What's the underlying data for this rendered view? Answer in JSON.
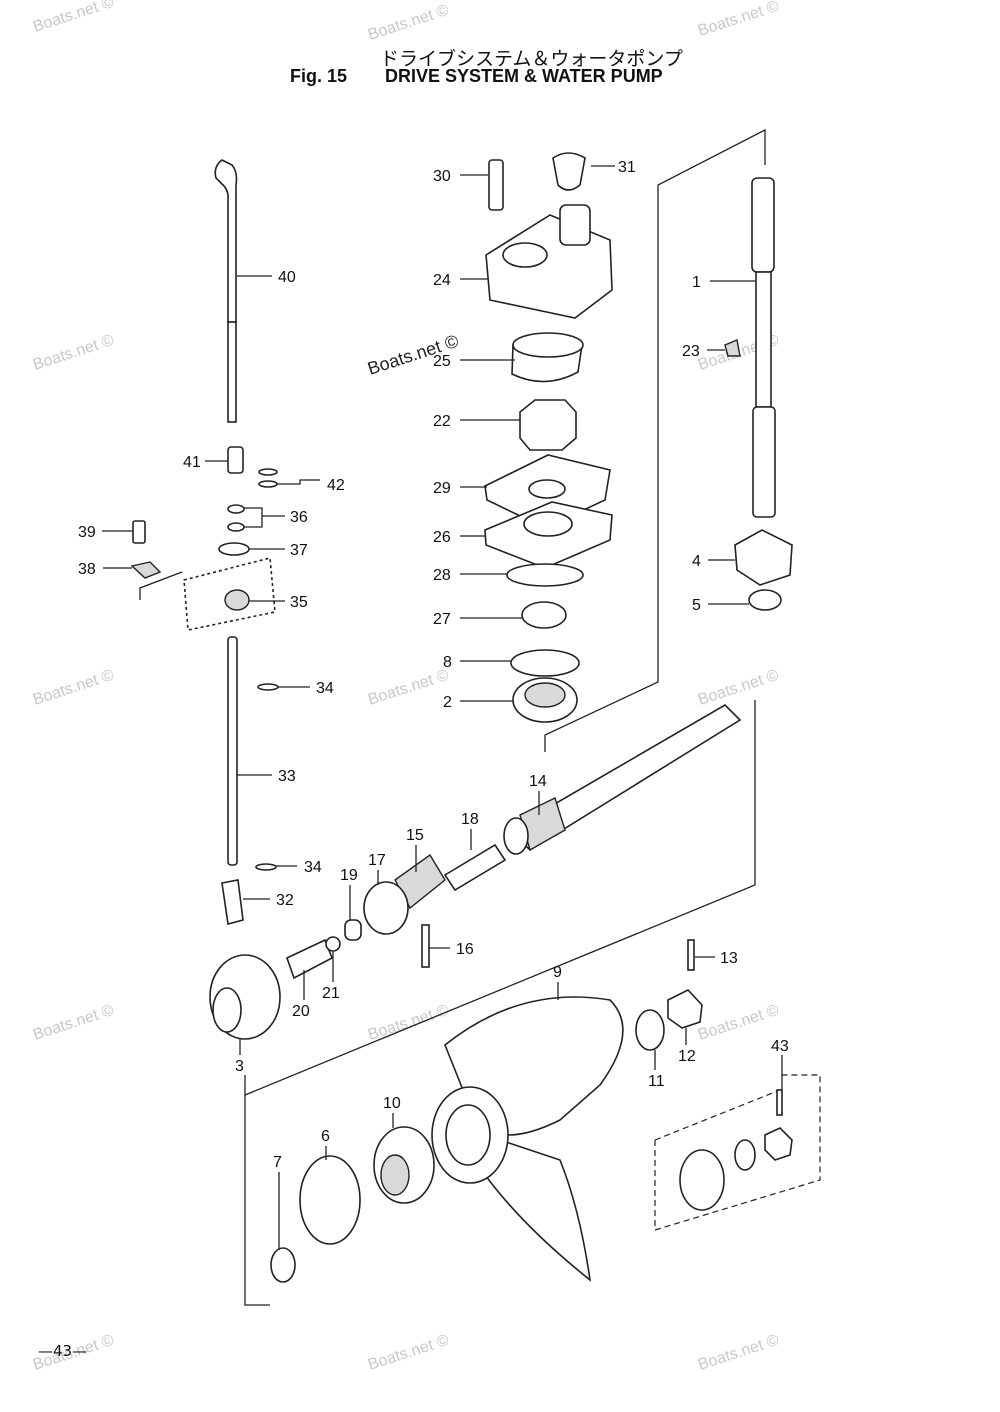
{
  "header": {
    "title_jp": "ドライブシステム＆ウォータポンプ",
    "fig_label": "Fig. 15",
    "title_en": "DRIVE SYSTEM & WATER PUMP"
  },
  "watermark": {
    "text": "Boats.net ©",
    "big_text": "Boats.net ©"
  },
  "page_number": "—43—",
  "callouts": [
    {
      "id": "30",
      "label": "30"
    },
    {
      "id": "31",
      "label": "31"
    },
    {
      "id": "24",
      "label": "24"
    },
    {
      "id": "25",
      "label": "25"
    },
    {
      "id": "22",
      "label": "22"
    },
    {
      "id": "29",
      "label": "29"
    },
    {
      "id": "26",
      "label": "26"
    },
    {
      "id": "28",
      "label": "28"
    },
    {
      "id": "27",
      "label": "27"
    },
    {
      "id": "8",
      "label": "8"
    },
    {
      "id": "2",
      "label": "2"
    },
    {
      "id": "1",
      "label": "1"
    },
    {
      "id": "23",
      "label": "23"
    },
    {
      "id": "4",
      "label": "4"
    },
    {
      "id": "5",
      "label": "5"
    },
    {
      "id": "40",
      "label": "40"
    },
    {
      "id": "41",
      "label": "41"
    },
    {
      "id": "42",
      "label": "42"
    },
    {
      "id": "36",
      "label": "36"
    },
    {
      "id": "39",
      "label": "39"
    },
    {
      "id": "37",
      "label": "37"
    },
    {
      "id": "38",
      "label": "38"
    },
    {
      "id": "35",
      "label": "35"
    },
    {
      "id": "34a",
      "label": "34"
    },
    {
      "id": "33",
      "label": "33"
    },
    {
      "id": "34b",
      "label": "34"
    },
    {
      "id": "32",
      "label": "32"
    },
    {
      "id": "14",
      "label": "14"
    },
    {
      "id": "18",
      "label": "18"
    },
    {
      "id": "15",
      "label": "15"
    },
    {
      "id": "17",
      "label": "17"
    },
    {
      "id": "19",
      "label": "19"
    },
    {
      "id": "16",
      "label": "16"
    },
    {
      "id": "20",
      "label": "20"
    },
    {
      "id": "21",
      "label": "21"
    },
    {
      "id": "3",
      "label": "3"
    },
    {
      "id": "13",
      "label": "13"
    },
    {
      "id": "9",
      "label": "9"
    },
    {
      "id": "11",
      "label": "11"
    },
    {
      "id": "12",
      "label": "12"
    },
    {
      "id": "43",
      "label": "43"
    },
    {
      "id": "10",
      "label": "10"
    },
    {
      "id": "6",
      "label": "6"
    },
    {
      "id": "7",
      "label": "7"
    }
  ]
}
